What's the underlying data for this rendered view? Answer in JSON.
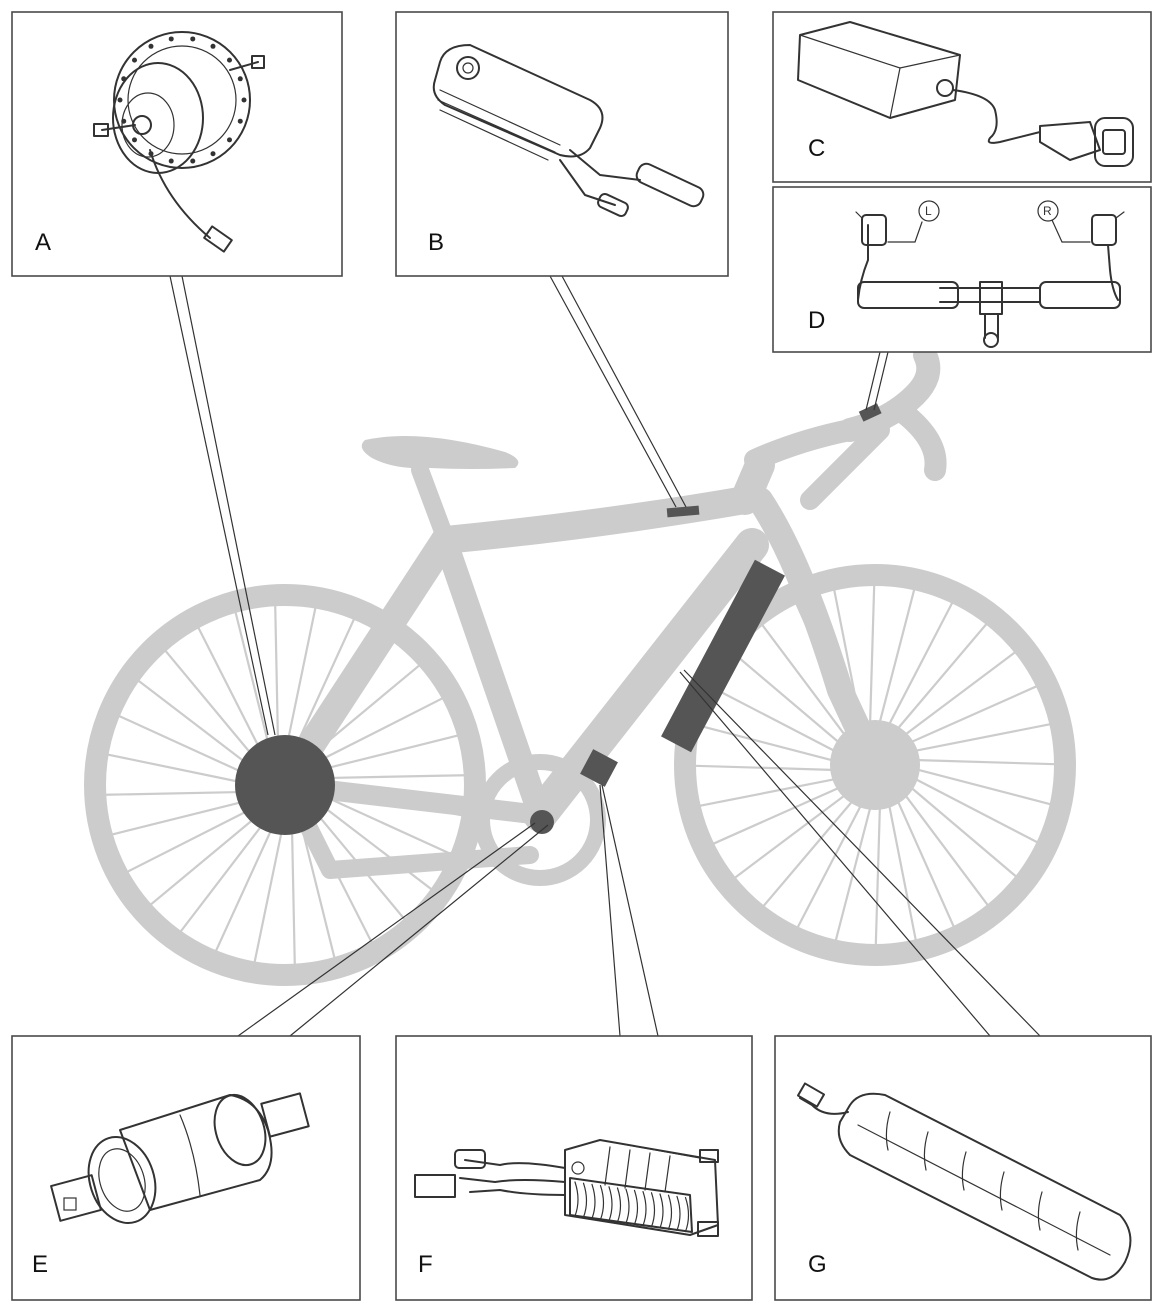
{
  "parts": [
    {
      "id": "A",
      "label": "A",
      "icon": "hub-motor-icon"
    },
    {
      "id": "B",
      "label": "B",
      "icon": "display-controller-icon"
    },
    {
      "id": "C",
      "label": "C",
      "icon": "battery-charger-icon"
    },
    {
      "id": "D",
      "label": "D",
      "icon": "handlebar-brake-levers-icon"
    },
    {
      "id": "E",
      "label": "E",
      "icon": "bottom-bracket-sensor-icon"
    },
    {
      "id": "F",
      "label": "F",
      "icon": "motor-controller-icon"
    },
    {
      "id": "G",
      "label": "G",
      "icon": "downtube-battery-icon"
    }
  ],
  "handlebar_sides": {
    "left": "L",
    "right": "R"
  },
  "colors": {
    "bike_silhouette": "#cccccc",
    "highlight": "#555555",
    "line_art": "#333333",
    "panel_border": "#4a4a4a"
  }
}
